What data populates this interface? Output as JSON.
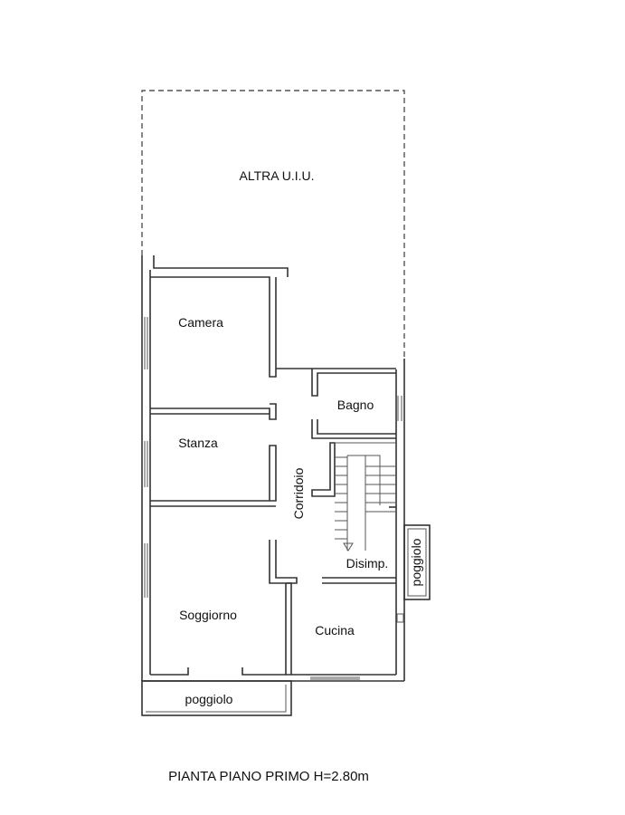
{
  "labels": {
    "other_unit": "ALTRA U.I.U.",
    "camera": "Camera",
    "bagno": "Bagno",
    "stanza": "Stanza",
    "corridoio": "Corridoio",
    "disimpegno": "Disimp.",
    "poggiolo_side": "poggiolo",
    "soggiorno": "Soggiorno",
    "cucina": "Cucina",
    "poggiolo_bottom": "poggiolo",
    "plan_title": "PIANTA PIANO PRIMO H=2.80m"
  },
  "colors": {
    "wall": "#333333",
    "text": "#111111",
    "background": "#ffffff"
  }
}
